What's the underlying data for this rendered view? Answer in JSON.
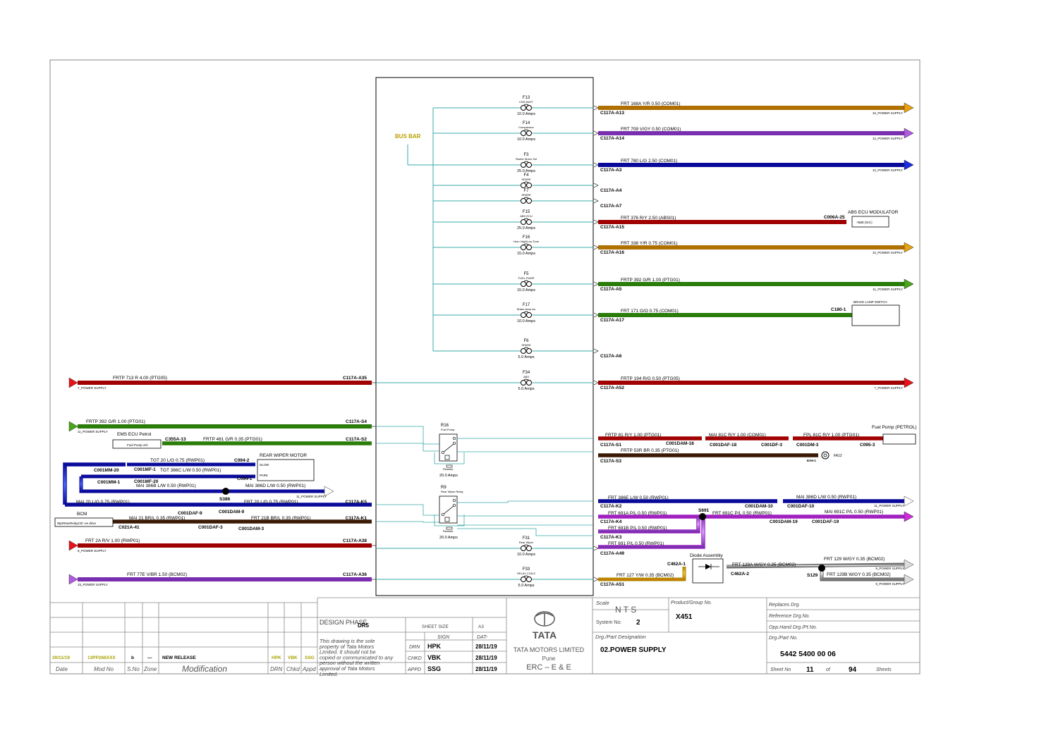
{
  "bus_bar_label": "BUS BAR",
  "fuses": [
    {
      "id": "F13",
      "desc": "CNG BATT",
      "amps": "10.0 Amps"
    },
    {
      "id": "F14",
      "desc": "Compressor",
      "amps": "10.0 Amps"
    },
    {
      "id": "F3",
      "desc": "Starter Motor Sol",
      "amps": "25.0 Amps"
    },
    {
      "id": "F4",
      "desc": "SPARE",
      "amps": ""
    },
    {
      "id": "F7",
      "desc": "SPARE",
      "amps": ""
    },
    {
      "id": "F15",
      "desc": "ABS ECU",
      "amps": "25.0 Amps"
    },
    {
      "id": "F16",
      "desc": "Horn High/Low Tone",
      "amps": "15.0 Amps"
    },
    {
      "id": "F5",
      "desc": "FUEL PUMP",
      "amps": "15.0 Amps"
    },
    {
      "id": "F17",
      "desc": "Brake lamp sw",
      "amps": "10.0 Amps"
    },
    {
      "id": "F6",
      "desc": "SPARE",
      "amps": "5.0 Amps"
    },
    {
      "id": "F34",
      "desc": "ABS",
      "amps": "5.0 Amps"
    },
    {
      "id": "F31",
      "desc": "Rear Wiper",
      "amps": "10.0 Amps"
    },
    {
      "id": "F33",
      "desc": "RELAY COILS",
      "amps": "5.0 Amps"
    }
  ],
  "relays": [
    {
      "id": "R16",
      "desc": "Fuel Pump",
      "resistor": "Resistor",
      "amps": "20.0 Amps"
    },
    {
      "id": "R9",
      "desc": "Rear Wiper Relay",
      "resistor": "Resistor",
      "amps": "20.0 Amps"
    }
  ],
  "right_wires": [
    {
      "label": "FRT   168A   Y/R   0.50   (COM01)",
      "conn": "C117A-A13",
      "dest": "10_POWER SUPPLY"
    },
    {
      "label": "FRT   709   V/GY   0.50   (COM01)",
      "conn": "C117A-A14",
      "dest": "12_POWER SUPPLY"
    },
    {
      "label": "FRT   780   L/G   2.50   (COM01)",
      "conn": "C117A-A3",
      "dest": "12_POWER SUPPLY"
    },
    {
      "label": "",
      "conn": "C117A-A4",
      "dest": ""
    },
    {
      "label": "",
      "conn": "C117A-A7",
      "dest": ""
    },
    {
      "label": "FRT   376   R/Y   2.50   (ABS01)",
      "conn": "C117A-A15",
      "dest": ""
    },
    {
      "label": "FRT   338   Y/R   0.75   (COM01)",
      "conn": "C117A-A16",
      "dest": "10_POWER SUPPLY"
    },
    {
      "label": "FRTP   392   G/R   1.00   (PTG01)",
      "conn": "C117A-A5",
      "dest": "11_POWER SUPPLY"
    },
    {
      "label": "FRT   171   G/O   0.75   (COM01)",
      "conn": "C117A-A17",
      "dest": ""
    },
    {
      "label": "",
      "conn": "C117A-A6",
      "dest": ""
    },
    {
      "label": "FRTP   194   R/G   0.50   (PTG05)",
      "conn": "C117A-A52",
      "dest": "7_POWER SUPPLY"
    }
  ],
  "abs_ecu": {
    "title": "ABS ECU MODULATOR",
    "conn": "C006A-25",
    "pin": "+Batt (Sol.)"
  },
  "brake_switch": {
    "title": "BRAKE LAMP SWITCH",
    "conn": "C180-1"
  },
  "left_wires": [
    {
      "label": "FRTP   713   R   4.00   (PTG05)",
      "conn": "C117A-A35",
      "source": "7_POWER SUPPLY"
    },
    {
      "label": "FRTP   392   G/R   1.00   (PTG01)",
      "conn": "C117A-S4",
      "source": "11_POWER SUPPLY"
    },
    {
      "label": "FRT   2A   R/V   1.00   (RWP01)",
      "conn": "C117A-A38",
      "source": "8_POWER SUPPLY"
    },
    {
      "label": "FRT   77E   V/BR   1.50   (BCM02)",
      "conn": "C117A-A36",
      "source": "15_POWER SUPPLY"
    }
  ],
  "ems_ecu": {
    "title": "EMS ECU Petrol",
    "pin": "Fuel Pump ctrl.",
    "conn": "C355A-13",
    "wire": "FRTP   481   G/R   0.35   (PTG01)",
    "conn2": "C117A-S2"
  },
  "rear_wiper_motor": {
    "title": "REAR WIPER MOTOR",
    "slow": "SLOW",
    "park": "PARK",
    "c1": "C094-2",
    "c2": "C094-1"
  },
  "wiper_wires": {
    "w1": "TGT   20   L/G   0.75   (RWP01)",
    "w2": "TGT   386C   L/W   0.50   (RWP01)",
    "w3": "MAI   386B   L/W   0.50   (RWP01)",
    "w4": "MAI   386D   L/W   0.50   (RWP01)",
    "w5": "MAI   20   L/G   0.75   (RWP01)",
    "w6": "FRT   20   L/G   0.75   (RWP01)",
    "c_mm20": "C001MM-20",
    "c_mf1": "C001MF-1",
    "c_mm1": "C001MM-1",
    "c_mf20": "C001MF-20",
    "splice": "S386",
    "dest": "11_POWER SUPPLY",
    "c_k5": "C117A-K5",
    "c_dam9": "C001DAM-9",
    "c_daf9": "C001DAF-9"
  },
  "bcm": {
    "title": "BCM",
    "pin": "WprRearRelayCtrl -ve drive",
    "conn": "C021A-41",
    "w1": "MAI   21   BR/L   0.35   (RWP01)",
    "w2": "FRT   21B   BR/L   0.35   (RWP01)",
    "c1": "C001DAF-3",
    "c2": "C001DAM-3",
    "c3": "C117A-K1"
  },
  "fuel_pump": {
    "title": "Fuel Pump (PETROL)",
    "w1": "FRTP   81   R/Y   1.00   (PTG01)",
    "w2": "MAI   81C   R/Y   1.00   (COM01)",
    "w3": "FPL   81C   R/Y   1.00   (PTG01)",
    "c1": "C117A-S1",
    "c2": "C001DAM-18",
    "c3": "C001DAF-18",
    "c4": "C001DF-3",
    "c5": "C001DM-3",
    "c6": "C095-3",
    "w4": "FRTP   53R   BR   0.35   (PTG01)",
    "c7": "C117A-S3",
    "c8": "EA9-1",
    "ground": "FA12"
  },
  "wiper_out": {
    "w1": "FRT   386E   L/W   0.50   (RWP01)",
    "w2": "MAI   386D   L/W   0.50   (RWP01)",
    "c1": "C117A-K2",
    "c2": "C001DAM-10",
    "c3": "C001DAF-10",
    "dest": "11_POWER SUPPLY",
    "w3": "FRT   691A   P/L   0.50   (RWP01)",
    "w4": "FRT   691C   P/L   0.50   (RWP01)",
    "w5": "MAI   691C   P/L   0.50   (RWP01)",
    "c4": "C117A-K4",
    "splice": "S691",
    "c5": "C001DAM-19",
    "c6": "C001DAF-19",
    "w6": "FRT   691B   P/L   0.50   (RWP01)",
    "c7": "C117A-K3",
    "w7": "FRT   691   P/L   0.50   (RWP01)",
    "c8": "C117A-A49"
  },
  "diode": {
    "title": "Diode Assembly",
    "c1": "C462A-1",
    "c2": "C462A-2",
    "w1": "FRT   127   Y/W   0.35   (BCM02)",
    "c3": "C117A-A51",
    "w2": "FRT   129A   W/GY   0.35   (BCM02)",
    "splice": "S129",
    "w3": "FRT   129   W/GY   0.35   (BCM02)",
    "w4": "FRT   129B   W/GY   0.35   (BCM02)",
    "d1": "9_POWER SUPPLY",
    "d2": "9_POWER SUPPLY"
  },
  "title_block": {
    "date": "30/11/19",
    "mod_no": "13PP266XXX",
    "s_no": "b",
    "zone": "—",
    "modification": "NEW RELEASE",
    "drn": "HPK",
    "chkd": "VBK",
    "appd": "SSG",
    "h_date": "Date",
    "h_mod": "Mod No",
    "h_sno": "S.No",
    "h_zone": "Zone",
    "h_modification": "Modification",
    "h_drn": "DRN",
    "h_chkd": "Chkd",
    "h_appd": "Appd",
    "design_phase_label": "DESIGN PHASE",
    "design_phase": "DR5",
    "sheet_size_label": "SHEET SIZE",
    "sheet_size": "A3",
    "notice": "This drawing is the sole property of Tata Motors Limited. It should not be copied or communicated to any person without the written approval of Tata Motors Limited.",
    "sign_label": "SIGN",
    "dat_label": "DAT-",
    "r_drn": "DRN",
    "r_chkd": "CHKD",
    "r_appd": "APPD",
    "s_drn": "HPK",
    "s_chkd": "VBK",
    "s_appd": "SSG",
    "d_drn": "28/11/19",
    "d_chkd": "28/11/19",
    "d_appd": "28/11/19",
    "company": "TATA MOTORS LIMITED",
    "city": "Pune",
    "dept": "ERC – E & E",
    "scale_label": "Scale",
    "scale": "N T S",
    "system_label": "System No:",
    "system": "2",
    "product_label": "Product/Group No.",
    "product": "X451",
    "part_label": "Drg./Part Designation",
    "part": "02.POWER SUPPLY",
    "replaces": "Replaces Drg.",
    "reference": "Reference Drg.No.",
    "opp": "Opp.Hand Drg./Pt.No.",
    "drg_label": "Drg./Part No.",
    "drg_no": "5442 5400 00 06",
    "sheet_label": "Sheet No",
    "sheet_no": "11",
    "of_label": "of",
    "sheets": "94",
    "sheets_label": "Sheets"
  },
  "colors": {
    "border": "#888888",
    "teal": "#3aa9a9",
    "red": "#e8121a",
    "orange": "#e8a10f",
    "purple": "#b15be0",
    "blue": "#1b2be0",
    "green": "#4aa51c",
    "brown": "#7a3a10",
    "magenta": "#cf2bdc",
    "yellow": "#f0e000",
    "olive": "#a8a000"
  }
}
